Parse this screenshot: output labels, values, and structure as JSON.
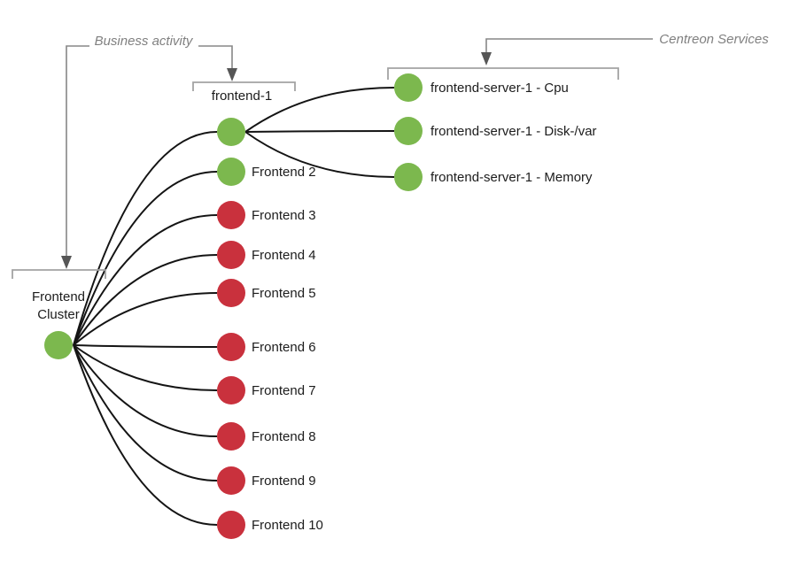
{
  "colors": {
    "ok": "#7cb84e",
    "critical": "#c9313d",
    "edge": "#141414",
    "bracket": "#a3a3a3",
    "callout_line": "#878787",
    "arrowhead": "#565656",
    "annotation_text": "#808080",
    "label_text": "#1c1c1c",
    "background": "#ffffff"
  },
  "annotations": {
    "business_activity": {
      "label": "Business activity"
    },
    "centreon_services": {
      "label": "Centreon Services"
    }
  },
  "tree": {
    "root": {
      "label": "Frontend Cluster",
      "lines": [
        "Frontend",
        "Cluster"
      ],
      "status": "ok"
    },
    "frontends": [
      {
        "label": "frontend-1",
        "status": "ok"
      },
      {
        "label": "Frontend 2",
        "status": "ok"
      },
      {
        "label": "Frontend 3",
        "status": "critical"
      },
      {
        "label": "Frontend 4",
        "status": "critical"
      },
      {
        "label": "Frontend 5",
        "status": "critical"
      },
      {
        "label": "Frontend 6",
        "status": "critical"
      },
      {
        "label": "Frontend 7",
        "status": "critical"
      },
      {
        "label": "Frontend 8",
        "status": "critical"
      },
      {
        "label": "Frontend 9",
        "status": "critical"
      },
      {
        "label": "Frontend 10",
        "status": "critical"
      }
    ],
    "services": [
      {
        "label": "frontend-server-1 - Cpu",
        "status": "ok"
      },
      {
        "label": "frontend-server-1 - Disk-/var",
        "status": "ok"
      },
      {
        "label": "frontend-server-1 - Memory",
        "status": "ok"
      }
    ]
  }
}
